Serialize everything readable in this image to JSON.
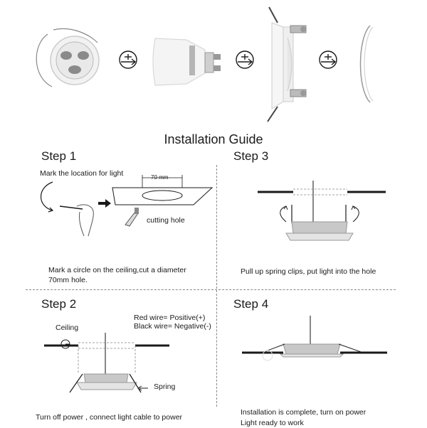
{
  "title": "Installation Guide",
  "steps": {
    "step1": {
      "heading": "Step 1",
      "note": "Mark the location for light",
      "dimension": "70 mm",
      "cutting_label": "cutting hole",
      "caption_line1": "Mark a circle on the ceiling,cut a diameter",
      "caption_line2": "70mm hole."
    },
    "step2": {
      "heading": "Step 2",
      "red_wire": "Red wire= Positive(+)",
      "black_wire": "Black wire= Negative(-)",
      "ceiling_label": "Ceiling",
      "spring_label": "Spring",
      "caption": "Turn off power , connect light cable to power"
    },
    "step3": {
      "heading": "Step 3",
      "caption": "Pull up spring clips, put light into the hole"
    },
    "step4": {
      "heading": "Step 4",
      "caption_line1": "Installation is complete, turn on power",
      "caption_line2": "Light ready to work"
    }
  },
  "colors": {
    "line": "#1a1a1a",
    "grey": "#888888",
    "metal": "#c8c8c8"
  },
  "icons": [
    "gu10-socket-icon",
    "plus-arrow-icon",
    "gu10-bulb-icon",
    "recessed-frame-icon",
    "cover-ring-icon",
    "hand-pen-icon",
    "knife-icon",
    "arrow-icon"
  ]
}
